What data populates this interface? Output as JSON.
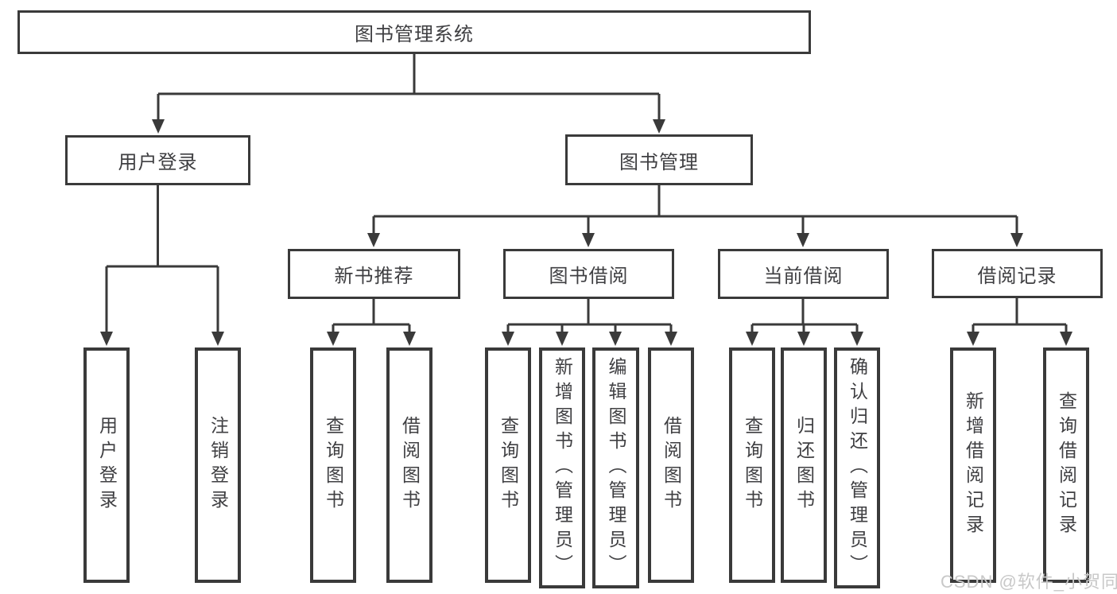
{
  "diagram": {
    "root": {
      "label": "图书管理系统"
    },
    "login": {
      "label": "用户登录",
      "children": [
        {
          "label": "用户登录"
        },
        {
          "label": "注销登录"
        }
      ]
    },
    "mgmt": {
      "label": "图书管理",
      "sections": [
        {
          "label": "新书推荐",
          "children": [
            {
              "label": "查询图书"
            },
            {
              "label": "借阅图书"
            }
          ]
        },
        {
          "label": "图书借阅",
          "children": [
            {
              "label": "查询图书"
            },
            {
              "label": "新增图书（管理员）"
            },
            {
              "label": "编辑图书（管理员）"
            },
            {
              "label": "借阅图书"
            }
          ]
        },
        {
          "label": "当前借阅",
          "children": [
            {
              "label": "查询图书"
            },
            {
              "label": "归还图书"
            },
            {
              "label": "确认归还（管理员）"
            }
          ]
        },
        {
          "label": "借阅记录",
          "children": [
            {
              "label": "新增借阅记录"
            },
            {
              "label": "查询借阅记录"
            }
          ]
        }
      ]
    },
    "watermark": "CSDN @软件_小贺同学",
    "colors": {
      "line": "#3a3a3a",
      "text": "#3f3f42",
      "background": "#ffffff",
      "watermark": "#c8c8c8"
    }
  }
}
